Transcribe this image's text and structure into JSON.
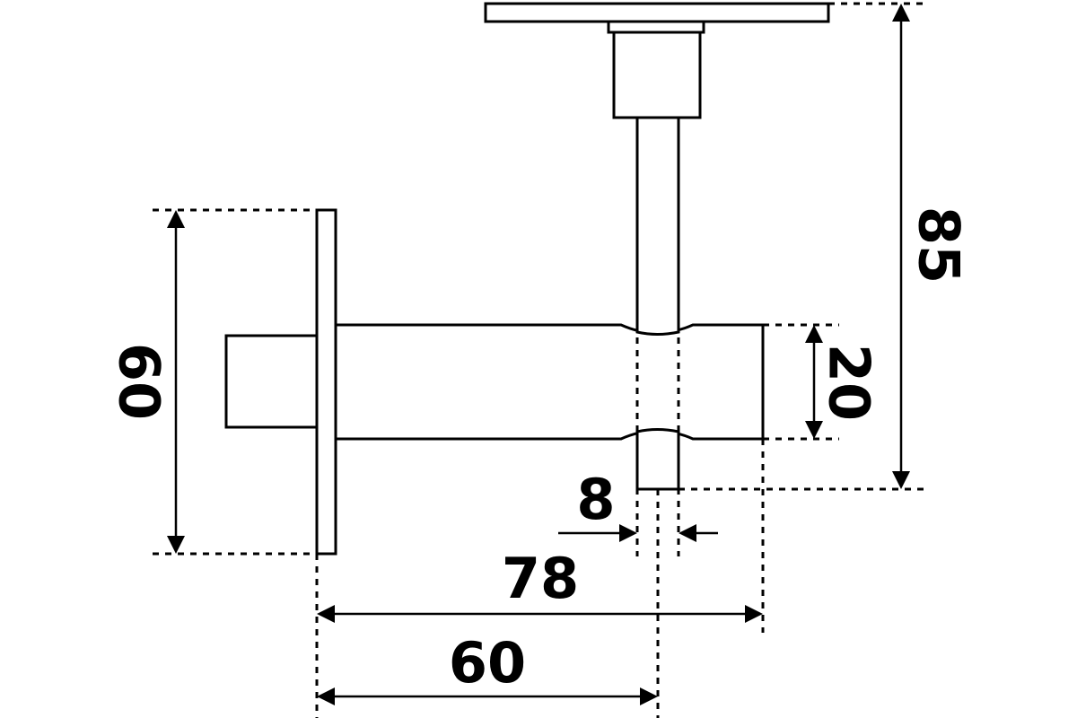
{
  "drawing": {
    "line_color": "#000000",
    "background_color": "#ffffff",
    "dimensions": {
      "flange_height": "60",
      "total_height": "85",
      "bar_diameter": "20",
      "rod_diameter": "8",
      "total_length": "78",
      "rod_offset": "60"
    }
  }
}
